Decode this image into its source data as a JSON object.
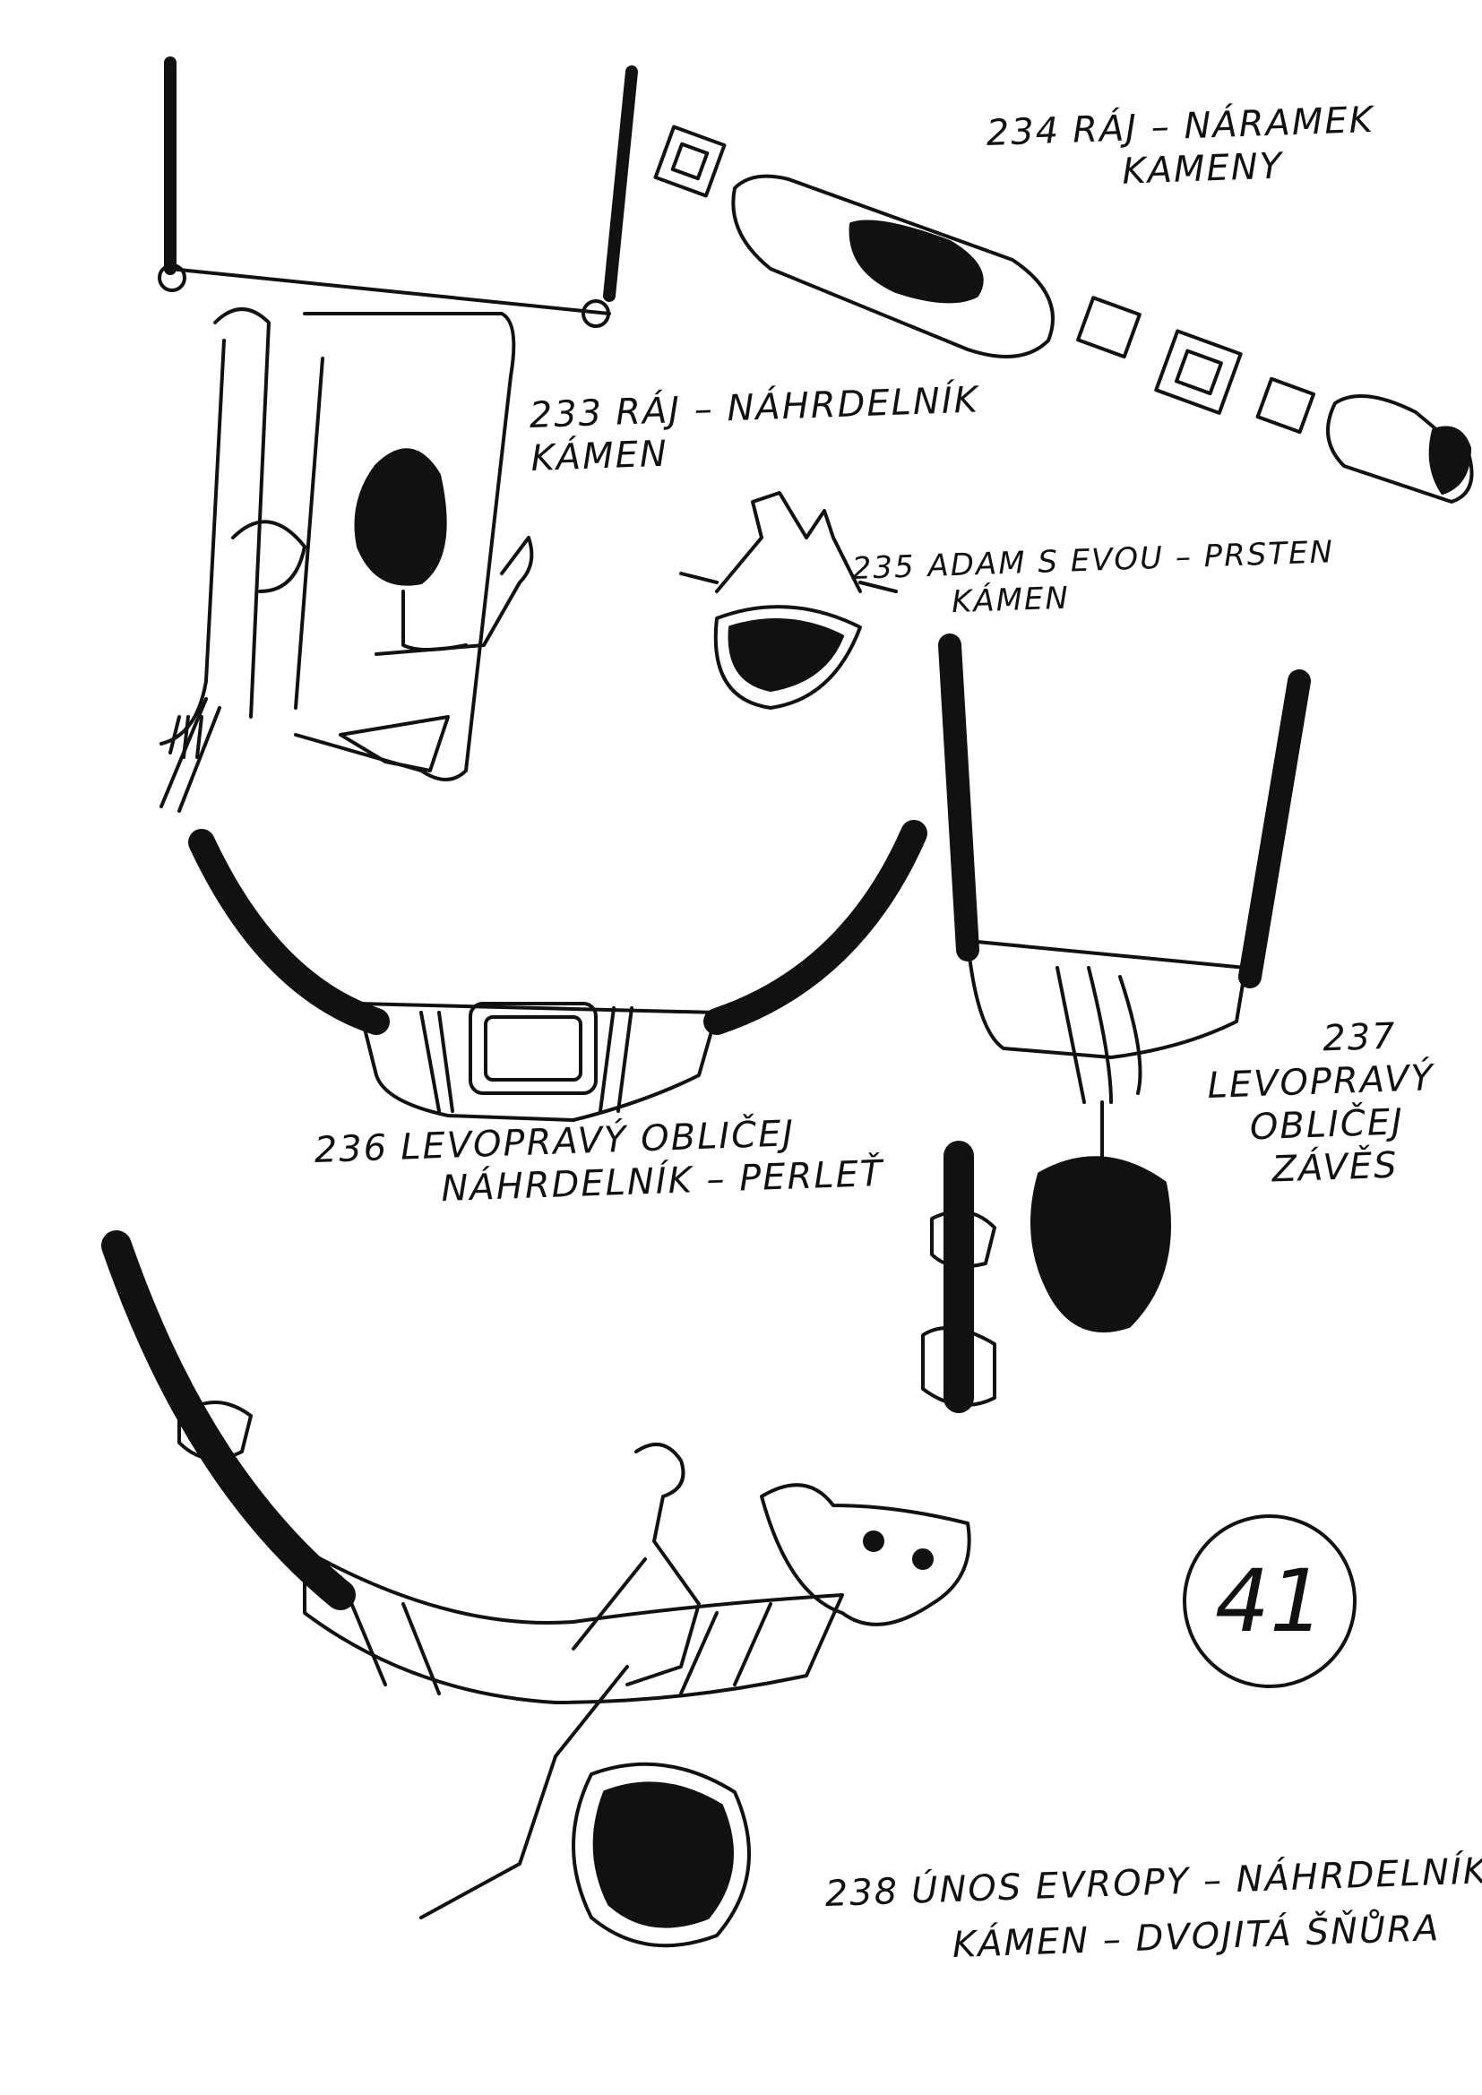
{
  "items": [
    {
      "number": "233",
      "title": "RÁJ – NÁHRDELNÍK",
      "material": "KÁMEN"
    },
    {
      "number": "234",
      "title": "RÁJ – NÁRAMEK",
      "material": "KAMENY"
    },
    {
      "number": "235",
      "title": "ADAM S EVOU – PRSTEN",
      "material": "KÁMEN"
    },
    {
      "number": "236",
      "title": "LEVOPRAVÝ OBLIČEJ",
      "material": "NÁHRDELNÍK – PERLEŤ"
    },
    {
      "number": "237",
      "title": "LEVOPRAVÝ",
      "title2": "OBLIČEJ",
      "material": "ZÁVĚS"
    },
    {
      "number": "238",
      "title": "ÚNOS EVROPY – NÁHRDELNÍK",
      "material": "KÁMEN – DVOJITÁ ŠŇŮRA"
    }
  ],
  "page_number": "41",
  "ink_color": "#111111"
}
